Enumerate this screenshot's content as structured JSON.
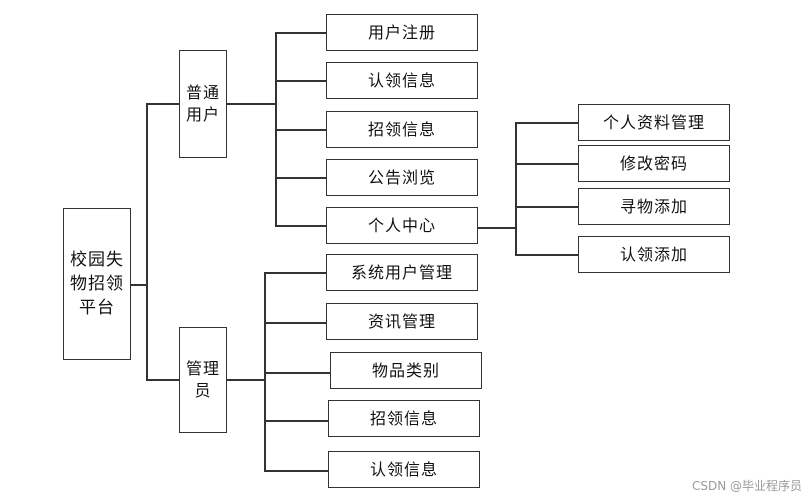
{
  "root": {
    "label": "校园失\n物招领\n平台"
  },
  "groups": {
    "user": {
      "label": "普通\n用户",
      "items": [
        "用户注册",
        "认领信息",
        "招领信息",
        "公告浏览",
        "个人中心"
      ]
    },
    "admin": {
      "label": "管理\n员",
      "items": [
        "系统用户管理",
        "资讯管理",
        "物品类别",
        "招领信息",
        "认领信息"
      ]
    }
  },
  "personal_center": {
    "items": [
      "个人资料管理",
      "修改密码",
      "寻物添加",
      "认领添加"
    ]
  },
  "watermark": "CSDN @毕业程序员"
}
